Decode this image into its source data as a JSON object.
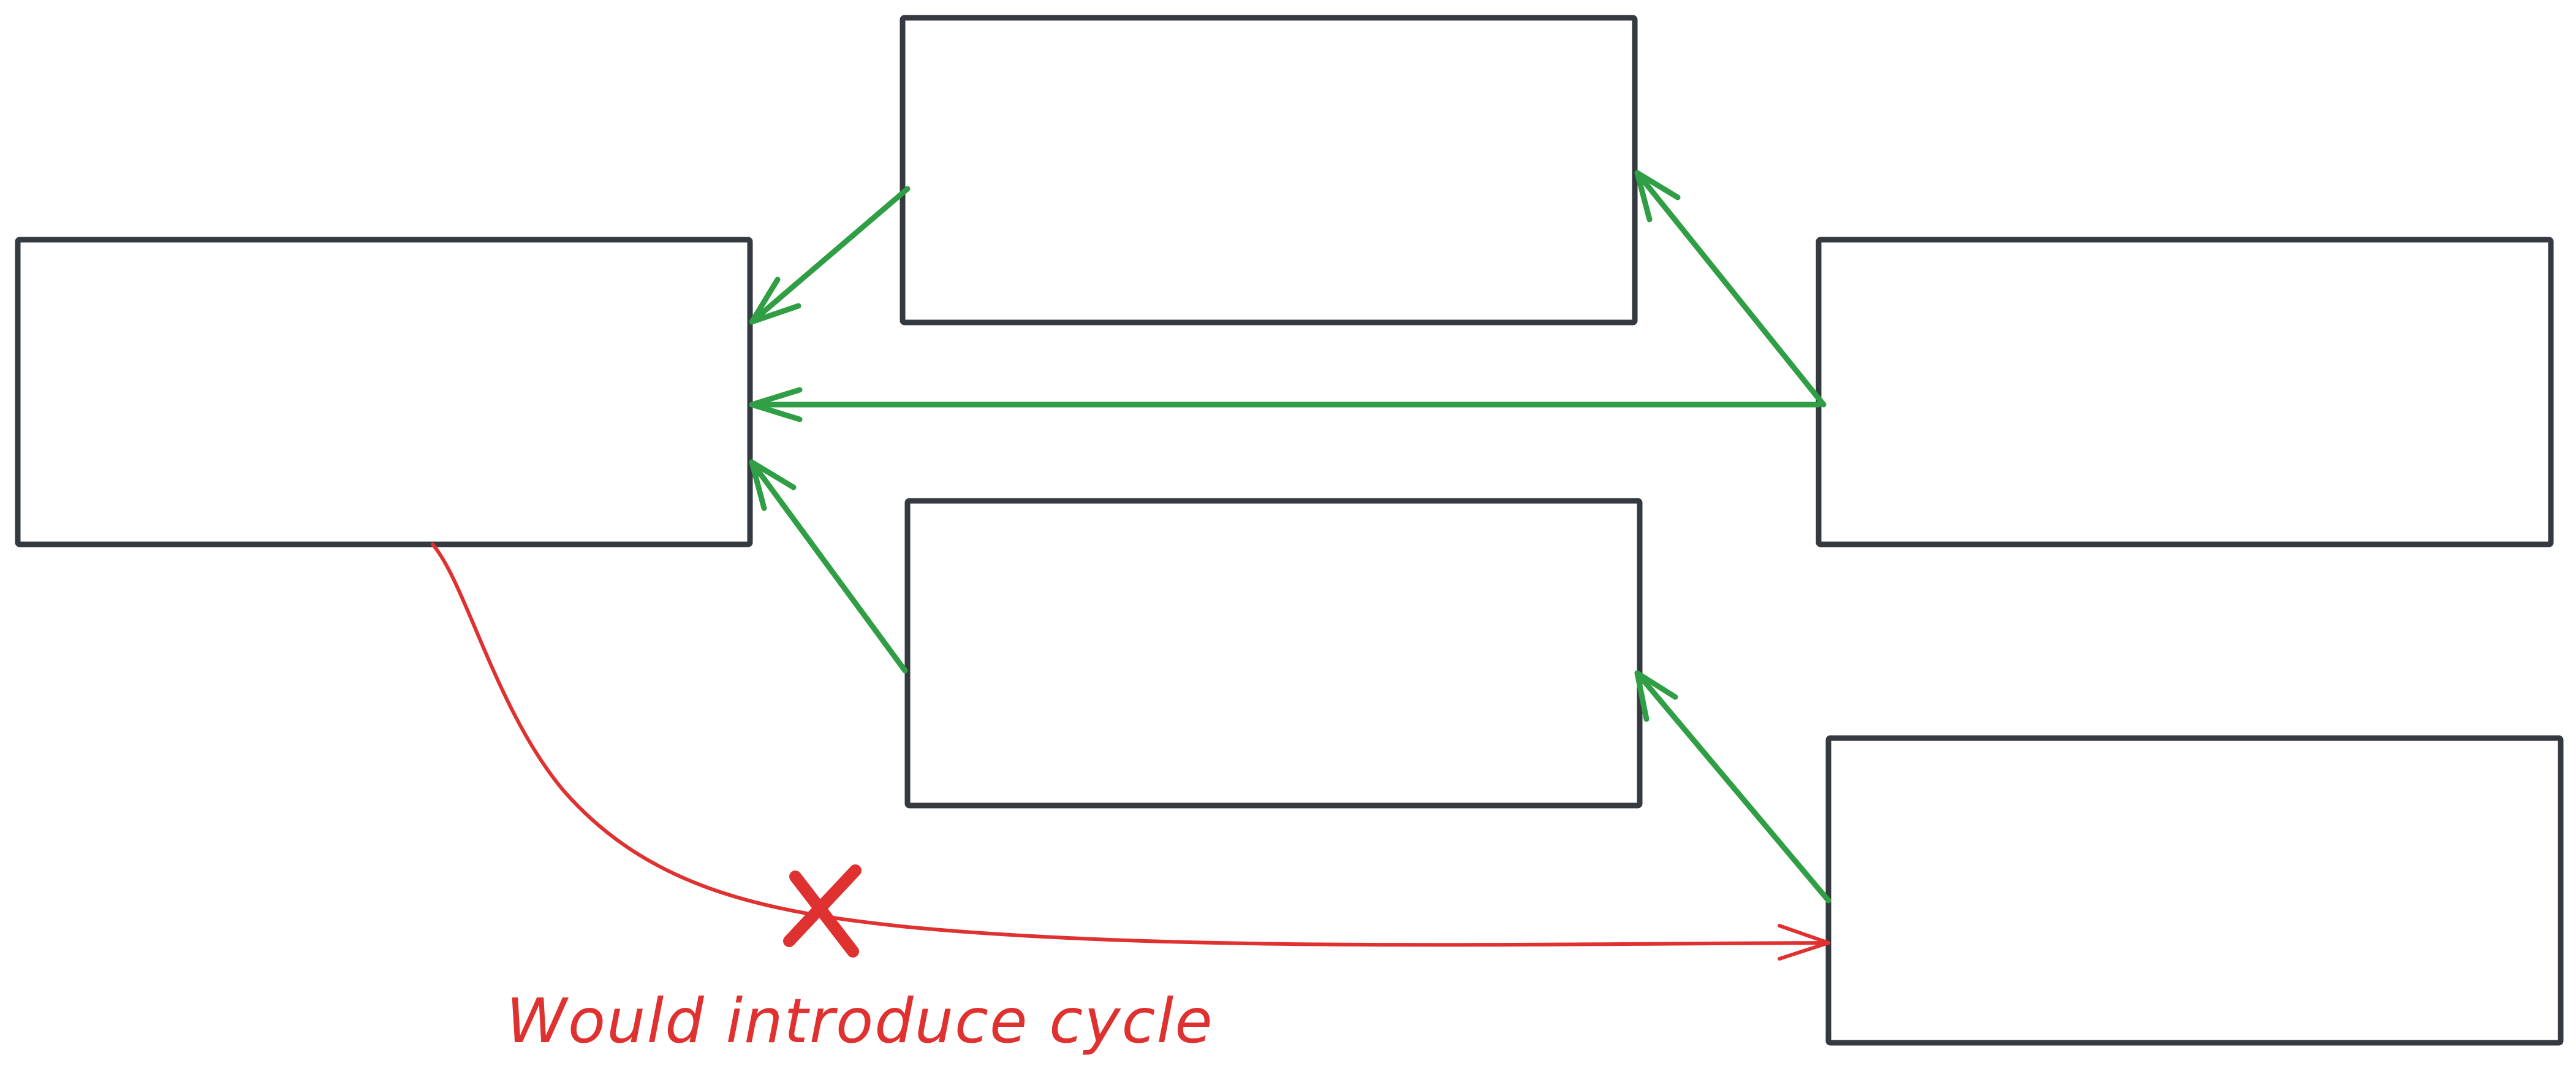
{
  "diagram": {
    "nodes": [
      {
        "id": "node-left"
      },
      {
        "id": "node-top-middle"
      },
      {
        "id": "node-bottom-middle"
      },
      {
        "id": "node-right-top"
      },
      {
        "id": "node-right-bottom"
      }
    ],
    "edges_allowed": [
      {
        "from": "node-top-middle",
        "to": "node-left"
      },
      {
        "from": "node-right-top",
        "to": "node-left"
      },
      {
        "from": "node-bottom-middle",
        "to": "node-left"
      },
      {
        "from": "node-right-top",
        "to": "node-top-middle"
      },
      {
        "from": "node-right-bottom",
        "to": "node-bottom-middle"
      }
    ],
    "edge_rejected": {
      "from": "node-left",
      "to": "node-right-bottom",
      "label": "Would introduce cycle"
    },
    "colors": {
      "node_stroke": "#343a40",
      "allowed_edge": "#2f9e44",
      "rejected_edge": "#e03131"
    }
  }
}
